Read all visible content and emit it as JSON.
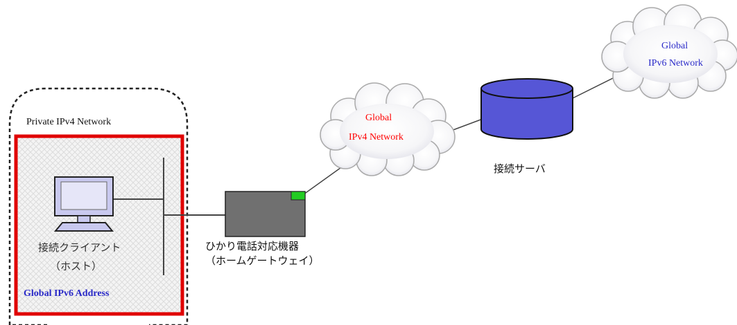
{
  "private_network": {
    "label": "Private IPv4 Network"
  },
  "client": {
    "line1": "接続クライアント",
    "line2": "（ホスト）",
    "address": "Global IPv6 Address"
  },
  "gateway": {
    "line1": "ひかり電話対応機器",
    "line2": "（ホームゲートウェイ）"
  },
  "ipv4_cloud": {
    "line1": "Global",
    "line2": "IPv4 Network"
  },
  "server": {
    "label": "接続サーバ"
  },
  "ipv6_cloud": {
    "line1": "Global",
    "line2": "IPv6 Network"
  },
  "colors": {
    "highlight_box": "#e00000",
    "ipv4_text": "#ff0000",
    "ipv6_text": "#2a2ac8",
    "server_fill": "#5656d6",
    "gateway_fill": "#707070",
    "status_led": "#22cc22",
    "monitor_fill": "#c9c9ef"
  }
}
